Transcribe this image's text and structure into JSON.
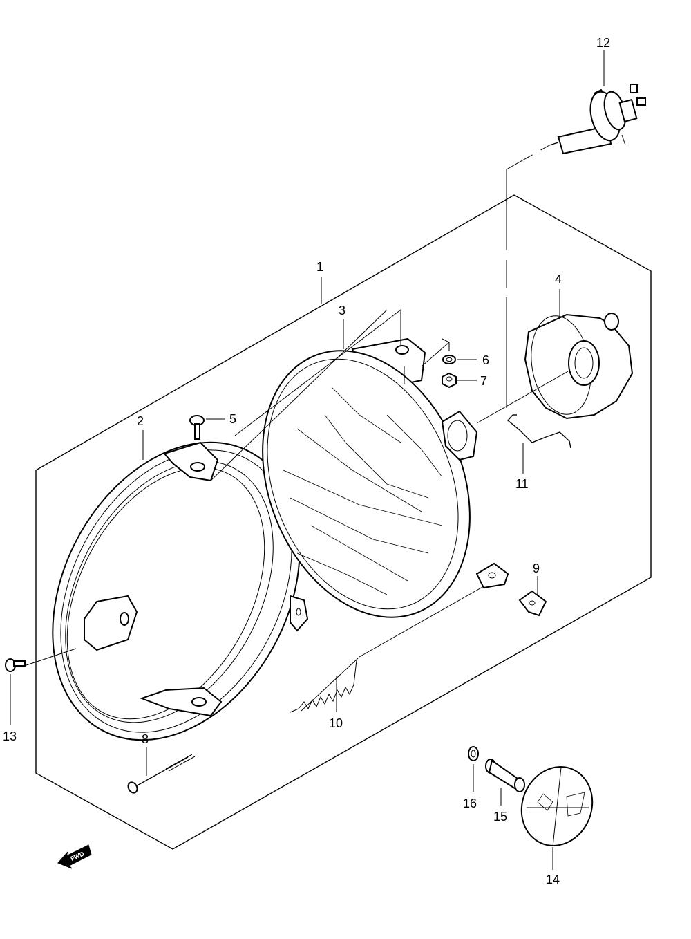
{
  "callouts": [
    {
      "id": "1",
      "label": "1"
    },
    {
      "id": "2",
      "label": "2"
    },
    {
      "id": "3",
      "label": "3"
    },
    {
      "id": "4",
      "label": "4"
    },
    {
      "id": "5",
      "label": "5"
    },
    {
      "id": "6",
      "label": "6"
    },
    {
      "id": "7",
      "label": "7"
    },
    {
      "id": "8",
      "label": "8"
    },
    {
      "id": "9",
      "label": "9"
    },
    {
      "id": "10",
      "label": "10"
    },
    {
      "id": "11",
      "label": "11"
    },
    {
      "id": "12",
      "label": "12"
    },
    {
      "id": "13",
      "label": "13"
    },
    {
      "id": "14",
      "label": "14"
    },
    {
      "id": "15",
      "label": "15"
    },
    {
      "id": "16",
      "label": "16"
    }
  ],
  "fwd_label": "FWD"
}
